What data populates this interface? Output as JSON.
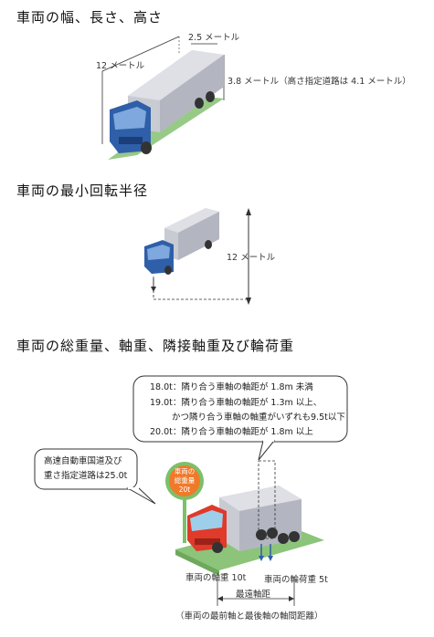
{
  "section1": {
    "heading": "車両の幅、長さ、高さ",
    "width_label": "2.5 メートル",
    "length_label": "12 メートル",
    "height_label": "3.8 メートル（高さ指定道路は 4.1 メートル）"
  },
  "section2": {
    "heading": "車両の最小回転半径",
    "radius_label": "12 メートル"
  },
  "section3": {
    "heading": "車両の総重量、軸重、隣接軸重及び輪荷重",
    "axle_notes": [
      "18.0t：隣り合う車軸の軸距が 1.8m 未満",
      "19.0t：隣り合う車軸の軸距が 1.3m 以上、",
      "かつ隣り合う車軸の軸重がいずれも9.5t以下",
      "20.0t：隣り合う車軸の軸距が 1.8m 以上"
    ],
    "highway_note": [
      "高速自動車国道及び",
      "重さ指定道路は25.0t"
    ],
    "sign_text": [
      "車両の",
      "総重量",
      "20t"
    ],
    "axle_weight_label": "車両の軸重 10t",
    "wheel_load_label": "車両の輪荷重 5t",
    "wheelbase_label": "最遠軸距",
    "wheelbase_note": "（車両の最前軸と最後軸の軸間距離）"
  },
  "colors": {
    "cab_blue": "#2f5fa8",
    "cab_red": "#e03a2a",
    "container_gray": "#c9cbd3",
    "road_green": "#8cc47a",
    "sign_orange": "#f07a2a",
    "sign_green": "#7cc06a"
  }
}
